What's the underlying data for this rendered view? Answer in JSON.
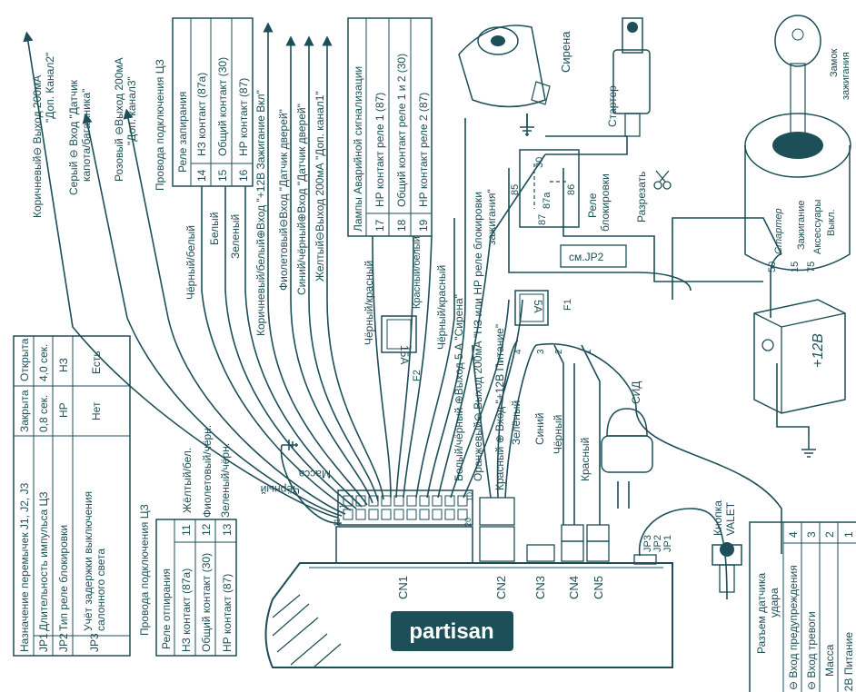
{
  "colors": {
    "ink": "#1d4f58",
    "panel": "#cfe2e4",
    "background": "#ffffff"
  },
  "brand": "partisan",
  "top_outputs": [
    {
      "text": "Коричневый⊖ Выход 200мА",
      "sub": "\"Доп. Канал2\""
    },
    {
      "text": "Серый ⊖ Вход \"Датчик",
      "sub": "капота/багажника\""
    },
    {
      "text": "Розовый ⊖Выход 200мА",
      "sub": "\"Доп. канал3\""
    }
  ],
  "lock_wires": {
    "title": "Провода подключения ЦЗ",
    "header": "Реле запирания",
    "rows": [
      {
        "n": "14",
        "label": "НЗ контакт (87а)",
        "wire": "Чёрный/белый"
      },
      {
        "n": "15",
        "label": "Общий контакт (30)",
        "wire": "Белый"
      },
      {
        "n": "16",
        "label": "НР контакт (87)",
        "wire": "Зеленый"
      }
    ]
  },
  "unlock_wires": {
    "title": "Провода подключения ЦЗ",
    "header": "Реле отпирания",
    "rows": [
      {
        "n": "11",
        "label": "НЗ контакт (87а)",
        "wire": "Жёлтый/бел."
      },
      {
        "n": "12",
        "label": "Общий контакт (30)",
        "wire": "Фиолетовый/чёрн."
      },
      {
        "n": "13",
        "label": "НР контакт (87)",
        "wire": "Зеленый/чёрн."
      }
    ]
  },
  "inputs_outputs": [
    "Коричневый/белый⊕Вход \"+12В Зажигание Вкл\"",
    "Фиолетовый⊖Вход \"Датчик дверей\"",
    "Синий/чёрный⊕Вход \"Датчик дверей\"",
    "Желтый⊖Выход 200мА \"Доп. канал1\""
  ],
  "hazard_lamps": {
    "header": "Лампы Аварийной сигнализации",
    "rows": [
      {
        "n": "17",
        "label": "НР контакт реле 1 (87)"
      },
      {
        "n": "18",
        "label": "Общий контакт реле 1 и 2 (30)"
      },
      {
        "n": "19",
        "label": "НР контакт реле 2 (87)"
      }
    ],
    "wire_left": "Чёрный/красный",
    "wire_right": "Красный/белый"
  },
  "fuse_f2": {
    "label": "F2",
    "rating": "15А",
    "wire": "Чёрный/красный"
  },
  "fuse_f1": {
    "label": "F1",
    "rating": "5А"
  },
  "siren_output": "Белый/чёрный ⊕Выход 5 А \"Сирена\"",
  "blocking_output": "Оранжевый⊖ Выход 200мА \"НЗ или НР реле блокировки",
  "blocking_output_2": "зажигания\"",
  "power_input": "Красный ⊕ Вход \"+12В Питание\"",
  "siren": "Сирена",
  "starter": "Стартер",
  "relay": {
    "title": "Реле",
    "title2": "блокировки",
    "pins": [
      "30",
      "85",
      "86",
      "87а",
      "87"
    ],
    "cut": "Разрезать",
    "ref": "см.JP2"
  },
  "ignition": {
    "title": "Замок",
    "title2": "зажигания",
    "rows": [
      "Стартер",
      "Зажигание",
      "Аксессуары",
      "Выкл."
    ],
    "pins": [
      "50",
      "15",
      "75"
    ]
  },
  "battery": "+12В",
  "ground": "Масса",
  "ground_wire": "Чёрный",
  "cn2_wires": [
    {
      "n": "4",
      "color": "Зелёный"
    },
    {
      "n": "3",
      "color": "Синий"
    },
    {
      "n": "2",
      "color": "Чёрный"
    },
    {
      "n": "1",
      "color": "Красный"
    }
  ],
  "led": "СИД",
  "valet": {
    "line1": "Кнопка",
    "line2": "VALET"
  },
  "connectors": [
    "CN1",
    "CN2",
    "CN3",
    "CN4",
    "CN5"
  ],
  "jumpers": [
    "JP3",
    "JP2",
    "JP1"
  ],
  "cn1_pins": {
    "first": "1",
    "eleven": "11",
    "ten": "10",
    "twenty": "20"
  },
  "jumper_table": {
    "title": "Назначение перемычек J1, J2, J3",
    "col_closed": "Закрыта",
    "col_open": "Открыта",
    "rows": [
      {
        "id": "JP1",
        "label": "Длительность импульса ЦЗ",
        "closed": "0,8 сек.",
        "open": "4,0 сек."
      },
      {
        "id": "JP2",
        "label": "Тип реле блокировки",
        "closed": "НР",
        "open": "НЗ"
      },
      {
        "id": "JP3",
        "label": "Учёт задержки выключения",
        "label2": "салонного света",
        "closed": "Нет",
        "open": "Есть"
      }
    ]
  },
  "shock_sensor": {
    "title": "Разъем датчика",
    "title2": "удара",
    "rows": [
      {
        "label": "⊖ Вход предупреждения",
        "n": "4"
      },
      {
        "label": "⊖ Вход тревоги",
        "n": "3"
      },
      {
        "label": "Масса",
        "n": "2"
      },
      {
        "label": "+12В Питание",
        "n": "1"
      }
    ]
  }
}
